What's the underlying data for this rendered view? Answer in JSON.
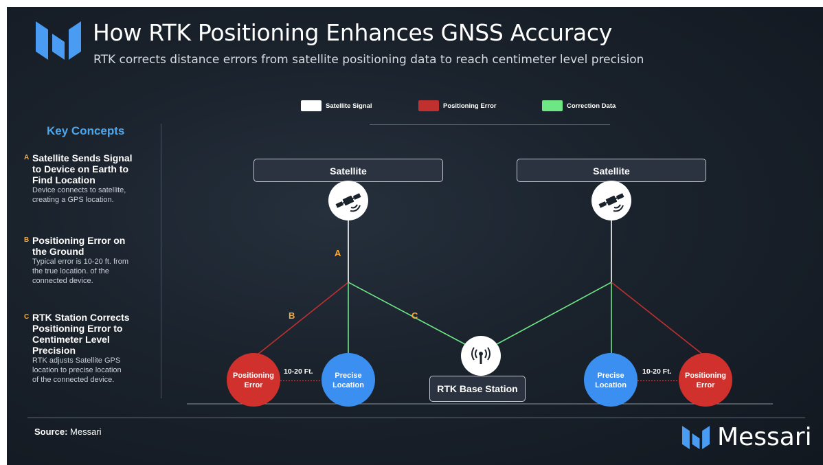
{
  "header": {
    "title": "How RTK Positioning Enhances GNSS Accuracy",
    "subtitle": "RTK corrects distance errors from satellite positioning data to reach centimeter level precision"
  },
  "legend": [
    {
      "label": "Satellite Signal",
      "color": "#ffffff"
    },
    {
      "label": "Positioning Error",
      "color": "#c0302e"
    },
    {
      "label": "Correction Data",
      "color": "#6ee686"
    }
  ],
  "key_concepts": {
    "title": "Key Concepts",
    "items": [
      {
        "letter": "A",
        "heading": [
          "Satellite Sends Signal",
          "to Device on Earth to",
          "Find Location"
        ],
        "description": [
          "Device connects to satellite,",
          "creating a GPS location."
        ]
      },
      {
        "letter": "B",
        "heading": [
          "Positioning Error on",
          "the Ground"
        ],
        "description": [
          "Typical error is 10-20 ft. from",
          "the true location. of the",
          "connected device."
        ]
      },
      {
        "letter": "C",
        "heading": [
          "RTK Station Corrects",
          "Positioning Error to",
          "Centimeter Level",
          "Precision"
        ],
        "description": [
          "RTK adjusts Satellite GPS",
          "location to precise location",
          "of the connected device."
        ]
      }
    ]
  },
  "diagram": {
    "satellite_label": "Satellite",
    "positioning_error_label": [
      "Positioning",
      "Error"
    ],
    "precise_location_label": [
      "Precise",
      "Location"
    ],
    "distance_label": "10-20 Ft.",
    "rtk_label": "RTK Base Station",
    "letters": [
      "A",
      "B",
      "C"
    ],
    "icons": [
      "satellite-icon",
      "antenna-icon"
    ],
    "colors": {
      "error_circle": "#d0312d",
      "precise_circle": "#3a8ff0",
      "accent": "#f5a93a"
    }
  },
  "footer": {
    "source_label": "Source:",
    "source_value": "Messari",
    "brand": "Messari"
  }
}
